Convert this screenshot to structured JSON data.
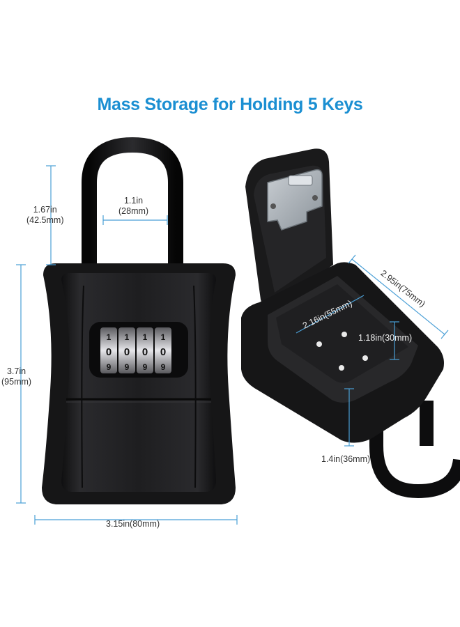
{
  "title": "Mass Storage for Holding 5 Keys",
  "colors": {
    "accent": "#1b8fd2",
    "dimension_line": "#4a9fd6",
    "lock_body": "#1c1c1e"
  },
  "dial_digits": [
    [
      "1",
      "1",
      "1",
      "1"
    ],
    [
      "0",
      "0",
      "0",
      "0"
    ],
    [
      "9",
      "9",
      "9",
      "9"
    ]
  ],
  "dimensions": {
    "shackle_height": "1.67in",
    "shackle_height_mm": "(42.5mm)",
    "shackle_width": "1.1in",
    "shackle_width_mm": "(28mm)",
    "body_height": "3.7in",
    "body_height_mm": "(95mm)",
    "body_width": "3.15in(80mm)",
    "depth": "2.95in(75mm)",
    "inner_width": "2.16in(55mm)",
    "inner_height": "1.18in(30mm)",
    "shackle_drop": "1.4in(36mm)"
  }
}
